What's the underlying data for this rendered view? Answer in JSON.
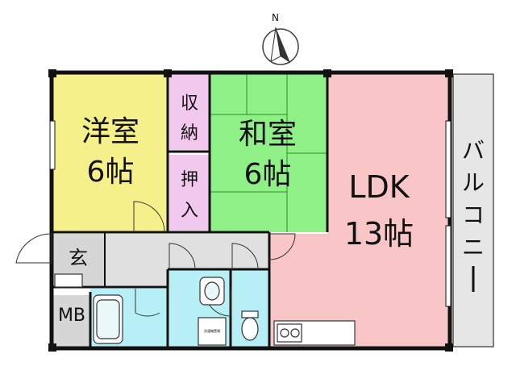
{
  "compass": {
    "label": "N"
  },
  "rooms": {
    "western": {
      "name": "洋室",
      "size": "6帖",
      "color": "#f6f08a"
    },
    "storage1": {
      "name": "収納",
      "color": "#f3c8ef"
    },
    "storage2": {
      "name": "押入",
      "color": "#f3c8ef"
    },
    "japanese": {
      "name": "和室",
      "size": "6帖",
      "color": "#8ff088"
    },
    "ldk": {
      "name": "LDK",
      "size": "13帖",
      "color": "#f8c6c6"
    },
    "balcony": {
      "name": "バルコニー",
      "color": "#e6e6e6"
    },
    "entrance": {
      "name": "玄",
      "color": "#d6d6d6"
    },
    "mb": {
      "name": "MB",
      "color": "#d6d6d6"
    },
    "bath_color": "#b6f0f6",
    "hall_color": "#e0e0e0"
  },
  "appliance_label": "洗濯機置場"
}
